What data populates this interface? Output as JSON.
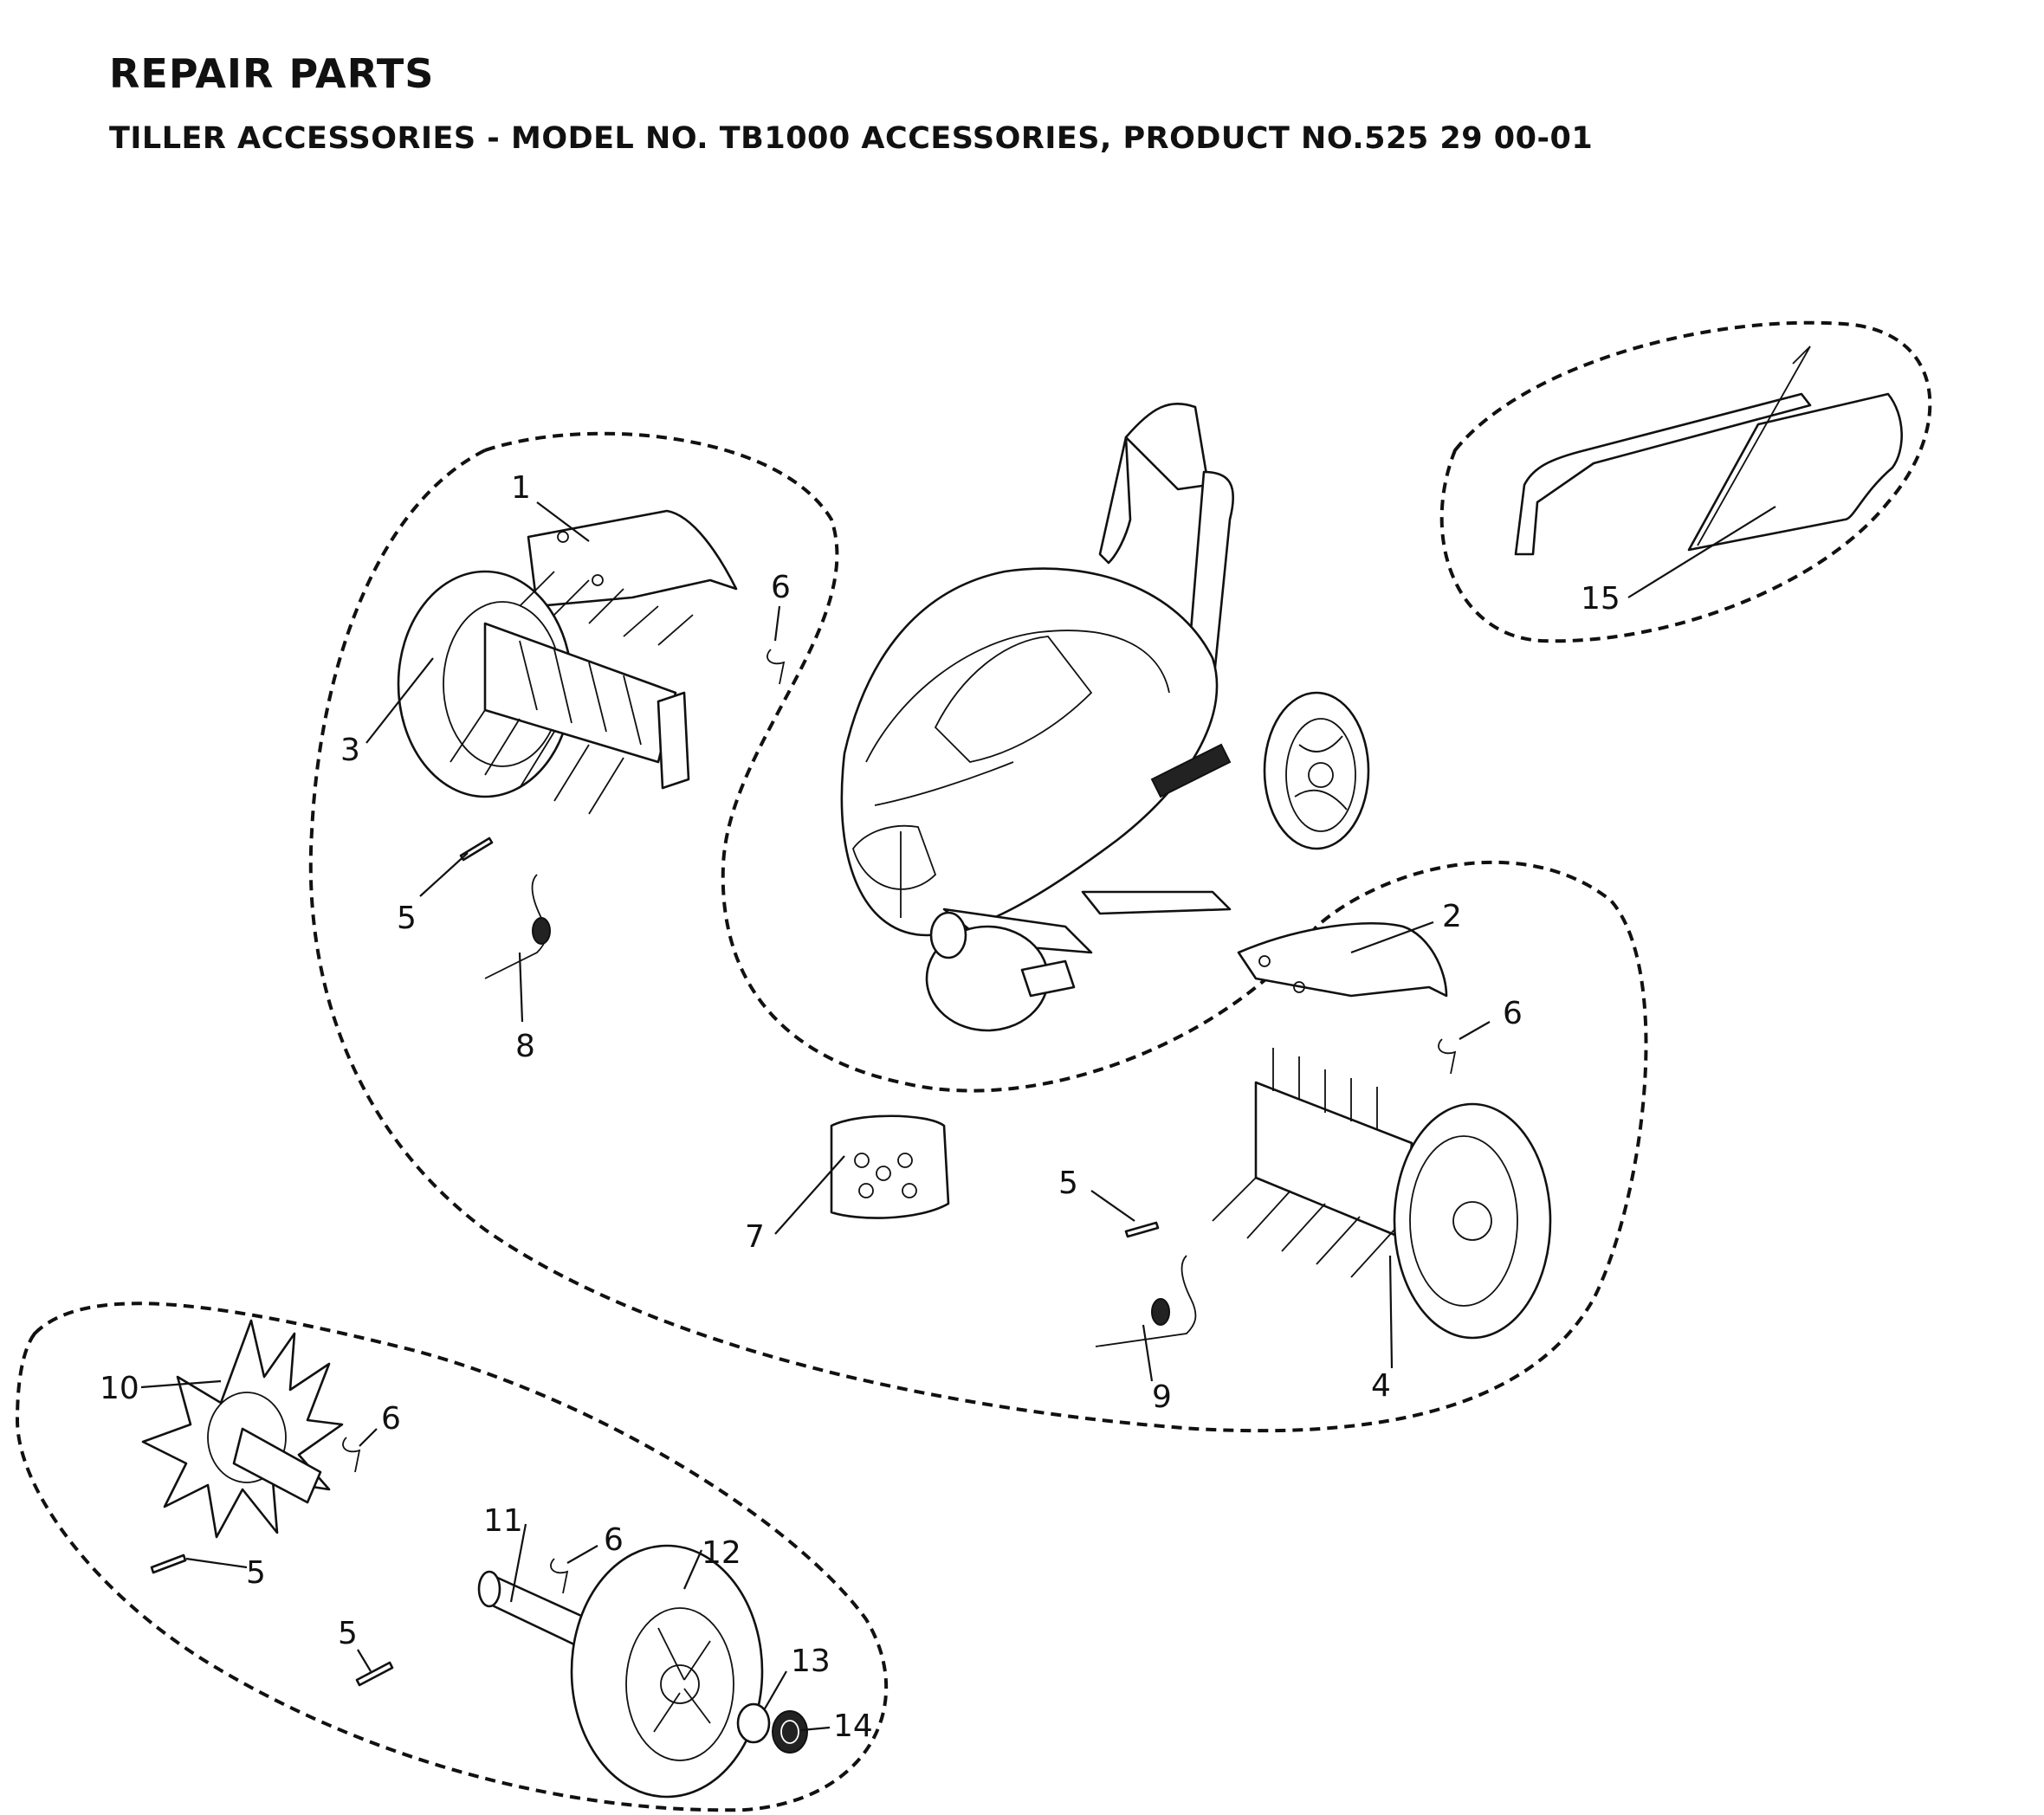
{
  "header": {
    "title": "REPAIR PARTS",
    "subtitle": "TILLER ACCESSORIES - MODEL NO. TB1000 ACCESSORIES, PRODUCT NO.525 29 00-01"
  },
  "callouts": [
    {
      "id": "c1",
      "label": "1"
    },
    {
      "id": "c2",
      "label": "2"
    },
    {
      "id": "c3",
      "label": "3"
    },
    {
      "id": "c4",
      "label": "4"
    },
    {
      "id": "c5a",
      "label": "5"
    },
    {
      "id": "c5b",
      "label": "5"
    },
    {
      "id": "c5c",
      "label": "5"
    },
    {
      "id": "c5d",
      "label": "5"
    },
    {
      "id": "c6a",
      "label": "6"
    },
    {
      "id": "c6b",
      "label": "6"
    },
    {
      "id": "c6c",
      "label": "6"
    },
    {
      "id": "c6d",
      "label": "6"
    },
    {
      "id": "c7",
      "label": "7"
    },
    {
      "id": "c8",
      "label": "8"
    },
    {
      "id": "c9",
      "label": "9"
    },
    {
      "id": "c10",
      "label": "10"
    },
    {
      "id": "c11",
      "label": "11"
    },
    {
      "id": "c12",
      "label": "12"
    },
    {
      "id": "c13",
      "label": "13"
    },
    {
      "id": "c14",
      "label": "14"
    },
    {
      "id": "c15",
      "label": "15"
    }
  ]
}
